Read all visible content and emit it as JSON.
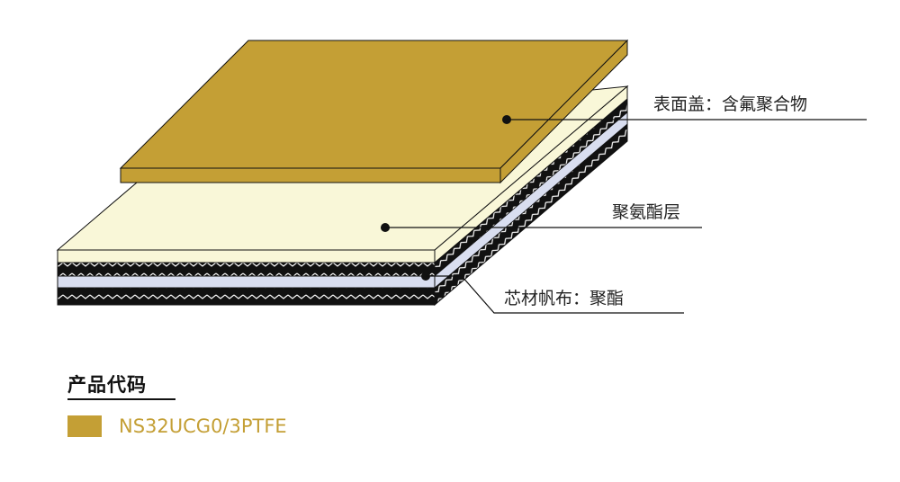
{
  "layers": [
    {
      "id": "top",
      "label": "表面盖：含氟聚合物",
      "color": "#C49F35"
    },
    {
      "id": "middle",
      "label": "聚氨酯层",
      "color": "#F9F7D8"
    },
    {
      "id": "carcass",
      "label": "芯材帆布：聚酯",
      "color": "#D9DEF0"
    }
  ],
  "product": {
    "section_title": "产品代码",
    "code": "NS32UCG0/3PTFE",
    "swatch_color": "#C49F35",
    "text_color": "#C49F35"
  }
}
